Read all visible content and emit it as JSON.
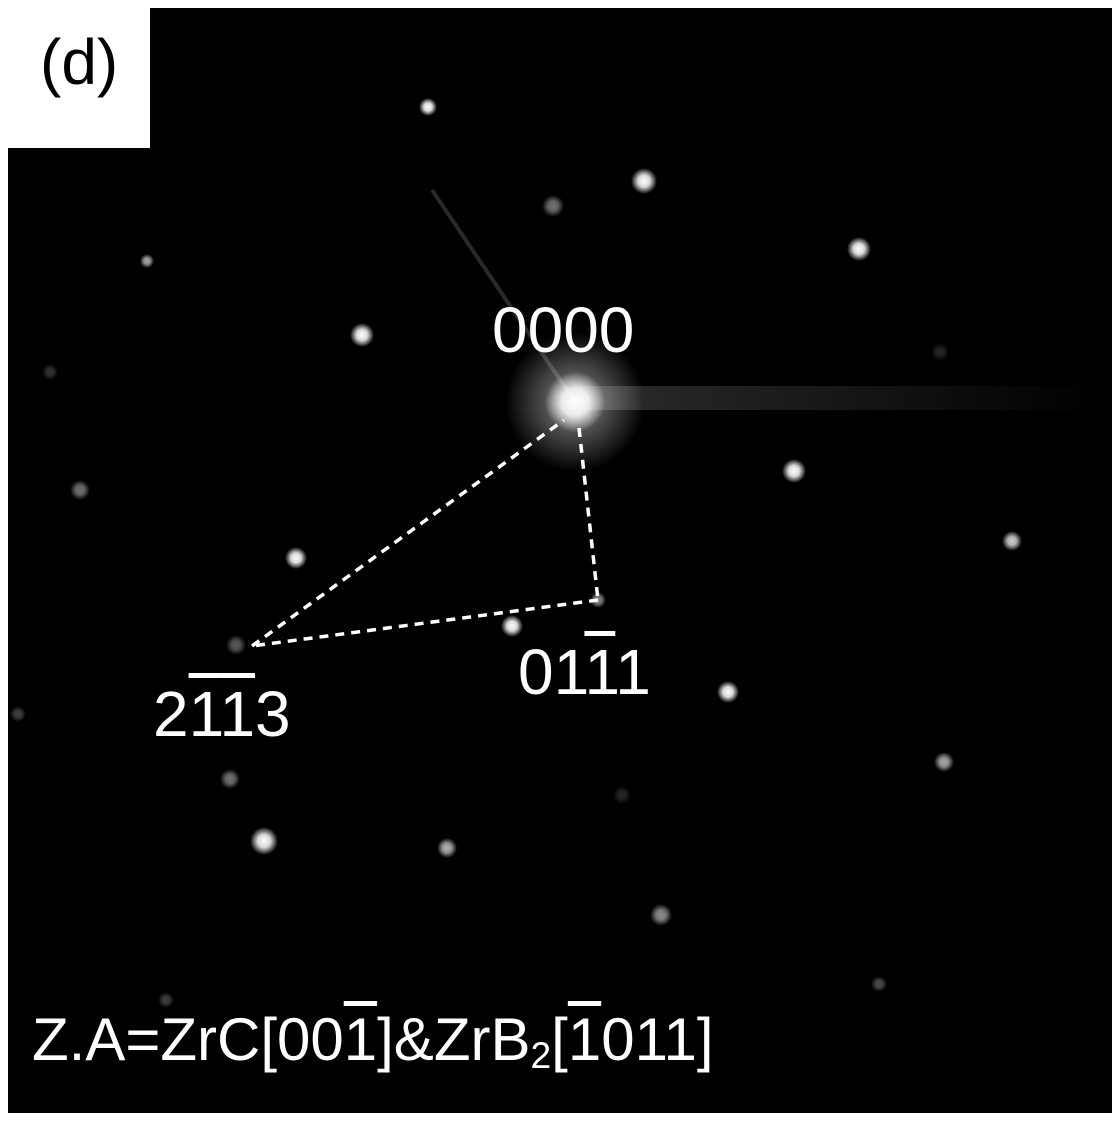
{
  "panel_label": "(d)",
  "spots": {
    "center": "0000",
    "spot_a": {
      "pre": "01",
      "bar": "1",
      "post": "1"
    },
    "spot_b": {
      "pre": "2",
      "bar1": "1",
      "bar2": "1",
      "post": "3"
    }
  },
  "zone_axis": {
    "prefix": "Z.A=ZrC[00",
    "bar1": "1",
    "mid": "]&ZrB",
    "sub": "2",
    "open": "[",
    "bar2": "1",
    "suffix": "011]"
  },
  "colors": {
    "background": "#000000",
    "spot": "#ffffff",
    "frame": "#ffffff"
  }
}
